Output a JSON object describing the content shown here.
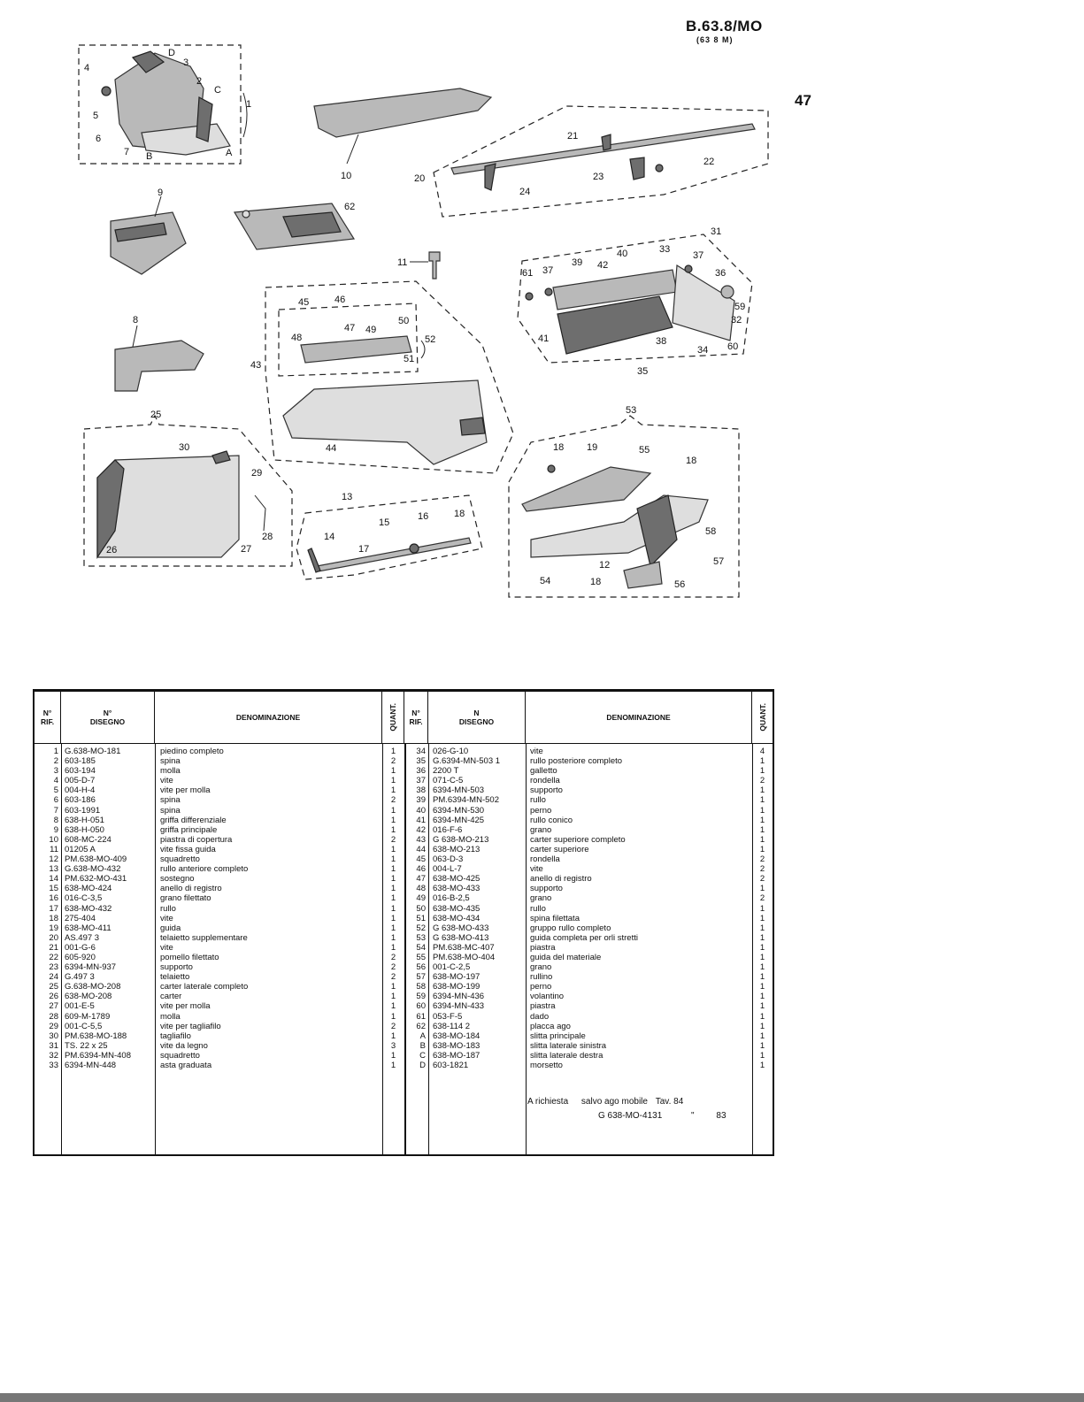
{
  "header": {
    "code": "B.63.8/MO",
    "subcode": "(63 8 M)",
    "page_number": "47"
  },
  "callouts": [
    "D",
    "3",
    "4",
    "2",
    "C",
    "1",
    "5",
    "6",
    "7",
    "B",
    "A",
    "10",
    "21",
    "20",
    "23",
    "22",
    "24",
    "9",
    "62",
    "11",
    "31",
    "33",
    "37",
    "36",
    "40",
    "61",
    "37",
    "39",
    "42",
    "59",
    "32",
    "60",
    "38",
    "34",
    "41",
    "35",
    "45",
    "46",
    "47",
    "49",
    "50",
    "48",
    "52",
    "51",
    "43",
    "44",
    "8",
    "25",
    "30",
    "29",
    "26",
    "27",
    "28",
    "53",
    "18",
    "19",
    "55",
    "18",
    "13",
    "16",
    "18",
    "15",
    "14",
    "17",
    "58",
    "12",
    "57",
    "54",
    "18",
    "56"
  ],
  "table": {
    "headers": {
      "rif": "N°\nRIF.",
      "disegno": "N°\nDISEGNO",
      "denominazione": "DENOMINAZIONE",
      "quant": "QUANT.",
      "rif2": "N°\nRIF.",
      "disegno2": "N\nDISEGNO",
      "denominazione2": "DENOMINAZIONE",
      "quant2": "QUANT."
    },
    "left": {
      "rif": [
        "1",
        "2",
        "3",
        "4",
        "5",
        "6",
        "7",
        "8",
        "9",
        "10",
        "11",
        "12",
        "13",
        "14",
        "15",
        "16",
        "17",
        "18",
        "19",
        "20",
        "21",
        "22",
        "23",
        "24",
        "25",
        "26",
        "27",
        "28",
        "29",
        "30",
        "31",
        "32",
        "33"
      ],
      "disegno": [
        "G.638-MO-181",
        "603-185",
        "603-194",
        "005-D-7",
        "004-H-4",
        "603-186",
        "603-1991",
        "638-H-051",
        "638-H-050",
        "608-MC-224",
        "01205 A",
        "PM.638-MO-409",
        "G.638-MO-432",
        "PM.632-MO-431",
        "638-MO-424",
        "016-C-3,5",
        "638-MO-432",
        "275-404",
        "638-MO-411",
        "AS.497 3",
        "001-G-6",
        "605-920",
        "6394-MN-937",
        "G.497 3",
        "G.638-MO-208",
        "638-MO-208",
        "001-E-5",
        "609-M-1789",
        "001-C-5,5",
        "PM.638-MO-188",
        "TS. 22 x 25",
        "PM.6394-MN-408",
        "6394-MN-448"
      ],
      "denominazione": [
        "piedino completo",
        "spina",
        "molla",
        "vite",
        "vite per molla",
        "spina",
        "spina",
        "griffa differenziale",
        "griffa principale",
        "piastra di copertura",
        "vite fissa guida",
        "squadretto",
        "rullo anteriore completo",
        "sostegno",
        "anello di registro",
        "grano filettato",
        "rullo",
        "vite",
        "guida",
        "telaietto supplementare",
        "vite",
        "pomello filettato",
        "supporto",
        "telaietto",
        "carter laterale completo",
        "carter",
        "vite per molla",
        "molla",
        "vite per tagliafilo",
        "tagliafilo",
        "vite da legno",
        "squadretto",
        "asta graduata"
      ],
      "quant": [
        "1",
        "2",
        "1",
        "1",
        "1",
        "2",
        "1",
        "1",
        "1",
        "2",
        "1",
        "1",
        "1",
        "1",
        "1",
        "1",
        "1",
        "1",
        "1",
        "1",
        "1",
        "2",
        "2",
        "2",
        "1",
        "1",
        "1",
        "1",
        "2",
        "1",
        "3",
        "1",
        "1"
      ]
    },
    "right": {
      "rif": [
        "34",
        "35",
        "36",
        "37",
        "38",
        "39",
        "40",
        "41",
        "42",
        "43",
        "44",
        "45",
        "46",
        "47",
        "48",
        "49",
        "50",
        "51",
        "52",
        "53",
        "54",
        "55",
        "56",
        "57",
        "58",
        "59",
        "60",
        "61",
        "62",
        "A",
        "B",
        "C",
        "D"
      ],
      "disegno": [
        "026-G-10",
        "G.6394-MN-503 1",
        "2200 T",
        "071-C-5",
        "6394-MN-503",
        "PM.6394-MN-502",
        "6394-MN-530",
        "6394-MN-425",
        "016-F-6",
        "G 638-MO-213",
        "638-MO-213",
        "063-D-3",
        "004-L-7",
        "638-MO-425",
        "638-MO-433",
        "016-B-2,5",
        "638-MO-435",
        "638-MO-434",
        "G 638-MO-433",
        "G 638-MO-413",
        "PM.638-MC-407",
        "PM.638-MO-404",
        "001-C-2,5",
        "638-MO-197",
        "638-MO-199",
        "6394-MN-436",
        "6394-MN-433",
        "053-F-5",
        "638-114 2",
        "638-MO-184",
        "638-MO-183",
        "638-MO-187",
        "603-1821"
      ],
      "denominazione": [
        "vite",
        "rullo posteriore completo",
        "galletto",
        "rondella",
        "supporto",
        "rullo",
        "perno",
        "rullo conico",
        "grano",
        "carter superiore completo",
        "carter superiore",
        "rondella",
        "vite",
        "anello di registro",
        "supporto",
        "grano",
        "rullo",
        "spina filettata",
        "gruppo rullo completo",
        "guida completa per orli stretti",
        "piastra",
        "guida del materiale",
        "grano",
        "rullino",
        "perno",
        "volantino",
        "piastra",
        "dado",
        "placca ago",
        "slitta principale",
        "slitta laterale sinistra",
        "slitta laterale destra",
        "morsetto"
      ],
      "quant": [
        "4",
        "1",
        "1",
        "2",
        "1",
        "1",
        "1",
        "1",
        "1",
        "1",
        "1",
        "2",
        "2",
        "2",
        "1",
        "2",
        "1",
        "1",
        "1",
        "1",
        "1",
        "1",
        "1",
        "1",
        "1",
        "1",
        "1",
        "1",
        "1",
        "1",
        "1",
        "1",
        "1"
      ]
    },
    "footnote": {
      "line1_a": "A richiesta",
      "line1_b": "salvo ago mobile",
      "line1_c": "Tav. 84",
      "line2_a": "G 638-MO-4131",
      "line2_b": "\"",
      "line2_c": "83"
    }
  }
}
